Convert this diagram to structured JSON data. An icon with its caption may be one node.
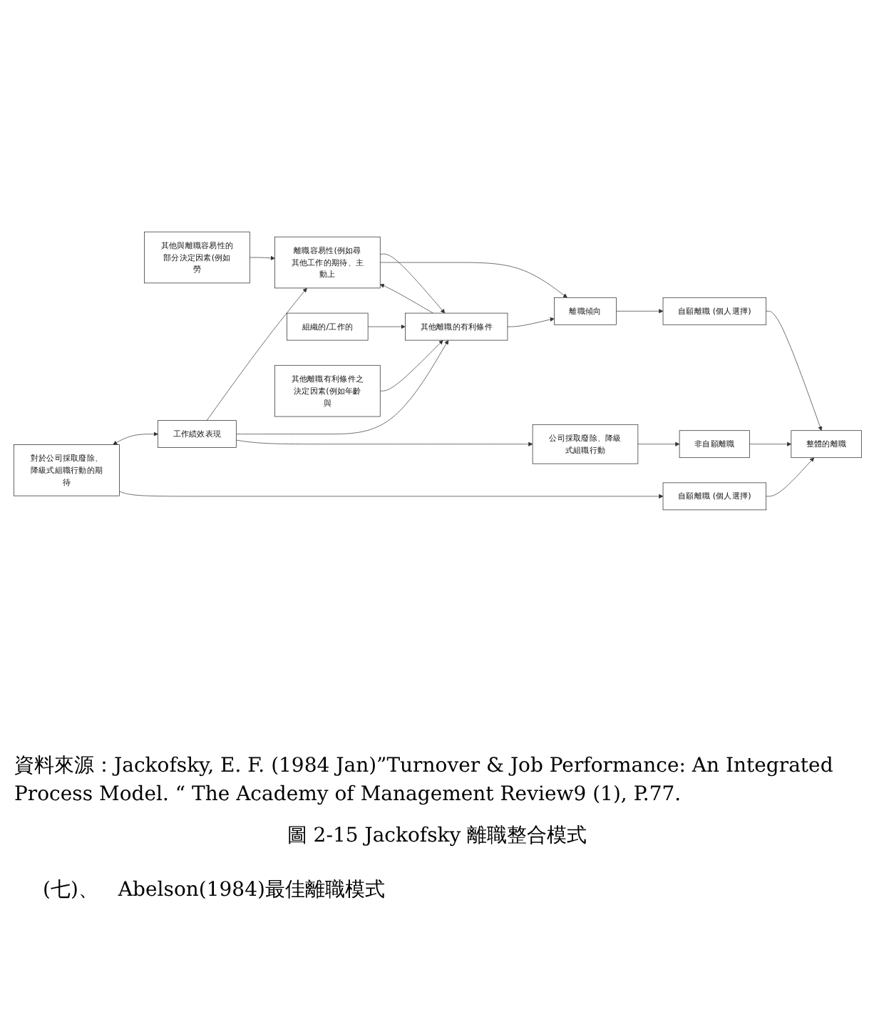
{
  "diagram": {
    "caption": "圖 2-15 Jackofsky 離職整合模式",
    "nodes": [
      {
        "text": [
          "其他與離職容易性的部分決定因素(例如勞"
        ]
      },
      {
        "text": [
          "工作績效表現"
        ]
      },
      {
        "text": [
          "離職容易性(例如尋其他工作的期待、主動上"
        ]
      },
      {
        "text": [
          "離職傾向"
        ]
      },
      {
        "text": [
          "自願離職 (個人選擇)"
        ]
      },
      {
        "text": [
          "其他離職的有利條件"
        ]
      },
      {
        "text": [
          "組織的/工作的"
        ]
      },
      {
        "text": [
          "其他離職有利條件之決定因素(例如年齡與"
        ]
      },
      {
        "text": [
          "整體的離職"
        ]
      },
      {
        "text": [
          "對於公司採取廢除、降級式組職行動的期待"
        ]
      },
      {
        "text": [
          "自願離職 (個人選擇)"
        ]
      },
      {
        "text": [
          "公司採取廢除、降級式組職行動"
        ]
      },
      {
        "text": [
          "非自願離職"
        ]
      }
    ],
    "edges": [
      {
        "from": 0,
        "to": 2,
        "arrow": "to"
      },
      {
        "from": 1,
        "to": 2,
        "arrow": "to"
      },
      {
        "from": 1,
        "to": 5,
        "arrow": "to"
      },
      {
        "from": 5,
        "to": 2,
        "arrow": "to"
      },
      {
        "from": 2,
        "to": 5,
        "arrow": "to"
      },
      {
        "from": 2,
        "to": 3,
        "arrow": "to"
      },
      {
        "from": 5,
        "to": 3,
        "arrow": "to"
      },
      {
        "from": 3,
        "to": 4,
        "arrow": "to"
      },
      {
        "from": 4,
        "to": 8,
        "arrow": "to"
      },
      {
        "from": 6,
        "to": 5,
        "arrow": "to"
      },
      {
        "from": 7,
        "to": 5,
        "arrow": "to"
      },
      {
        "from": 9,
        "to": 1,
        "arrow": "both"
      },
      {
        "from": 1,
        "to": 11,
        "arrow": "to"
      },
      {
        "from": 9,
        "to": 10,
        "arrow": "to"
      },
      {
        "from": 11,
        "to": 12,
        "arrow": "to"
      },
      {
        "from": 10,
        "to": 8,
        "arrow": "to"
      },
      {
        "from": 12,
        "to": 8,
        "arrow": "to"
      }
    ],
    "labels": [
      "資料來源：Jackofsky, E. F. (1984 Jan)”Turnover & Job Performance: An Integrated Process Model. “ The Academy of Management Review9 (1), P.77.",
      "(七)、　Abelson(1984)最佳離職模式"
    ]
  }
}
